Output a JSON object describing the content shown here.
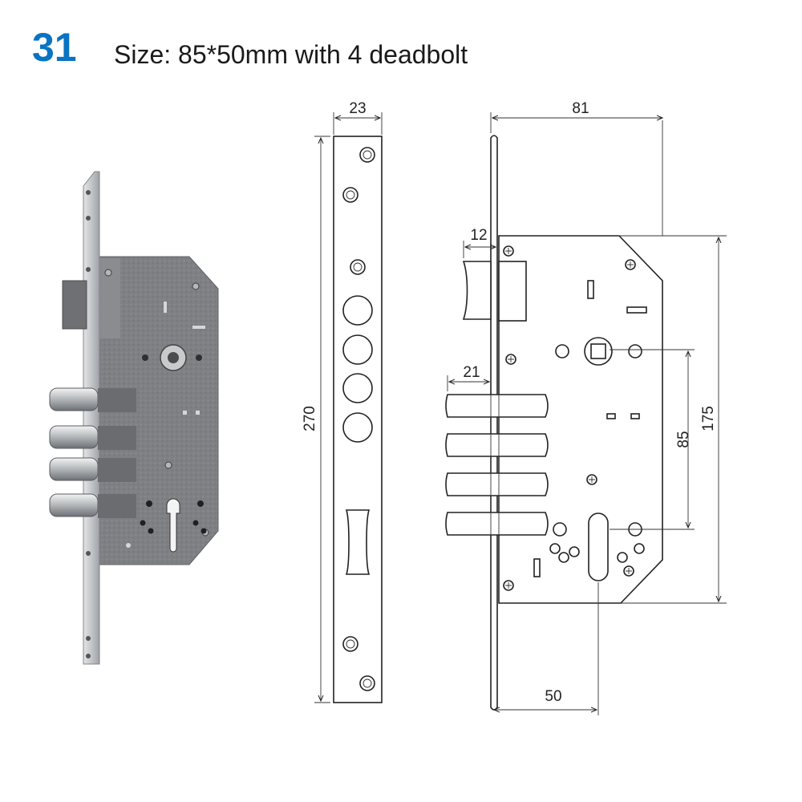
{
  "header": {
    "number": "31",
    "caption": "Size: 85*50mm with 4 deadbolt"
  },
  "dimensions": {
    "faceplate_width": "23",
    "faceplate_length": "270",
    "overall_depth": "81",
    "latch_width": "12",
    "deadbolt_width": "21",
    "center_distance": "85",
    "case_height": "175",
    "backset": "50"
  },
  "icons": {
    "photo": "mortise-lock-photo",
    "faceplate": "faceplate-drawing",
    "side_view": "lock-body-side-drawing"
  },
  "colors": {
    "number": "#0a73c2",
    "lock_body": "#7b7d81",
    "faceplate_metal": "#c9cbcd",
    "bolt_metal": "#b8bbbe"
  }
}
